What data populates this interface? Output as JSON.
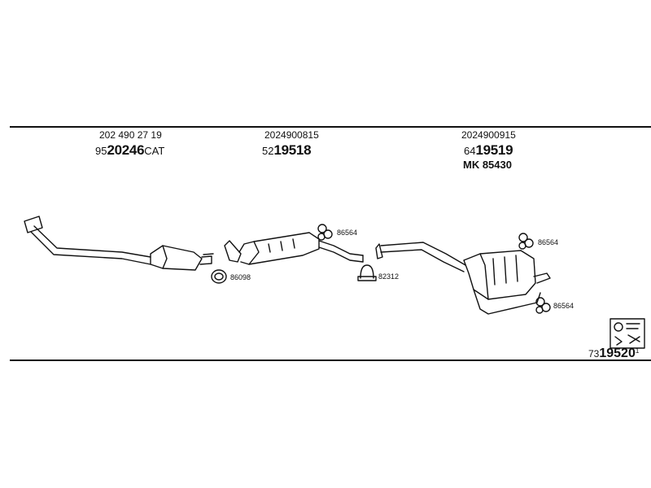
{
  "sections": [
    {
      "code": "202 490 27 19",
      "part": {
        "prefix": "95",
        "main": "20246",
        "suffix": "CAT"
      }
    },
    {
      "code": "2024900815",
      "part": {
        "prefix": "52",
        "main": "19518",
        "suffix": ""
      }
    },
    {
      "code": "2024900915",
      "part": {
        "prefix": "64",
        "main": "19519",
        "suffix": ""
      },
      "mounting_kit": "MK  85430"
    }
  ],
  "part_labels": {
    "gasket": "86098",
    "hanger_1": "86564",
    "clamp": "82312",
    "hanger_2": "86564",
    "hanger_3": "86564"
  },
  "reference": {
    "prefix": "73",
    "main": "19520",
    "suffix": "1"
  },
  "colors": {
    "line": "#111111",
    "background": "#ffffff"
  }
}
